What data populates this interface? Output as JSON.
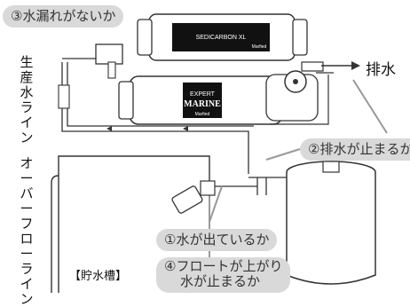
{
  "callouts": {
    "step3": "③水漏れがないか",
    "step2": "②排水が止まるか",
    "step1": "①水が出ているか",
    "step4_line1": "④フロートが上がり",
    "step4_line2": "水が止まるか"
  },
  "labels": {
    "drain": "排水",
    "product_line": "生産水ライン",
    "overflow_line": "オーバーフローライン",
    "reservoir": "【貯水槽】"
  },
  "products": {
    "top_filter_text": "SEDICARBON XL",
    "top_filter_brand": "Marfied",
    "main_filter_text1": "EXPERT",
    "main_filter_text2": "MARINE",
    "main_filter_brand": "Marfied"
  },
  "colors": {
    "bubble": "#d9d9d9",
    "line": "#333333",
    "tube": "#ffffff"
  }
}
